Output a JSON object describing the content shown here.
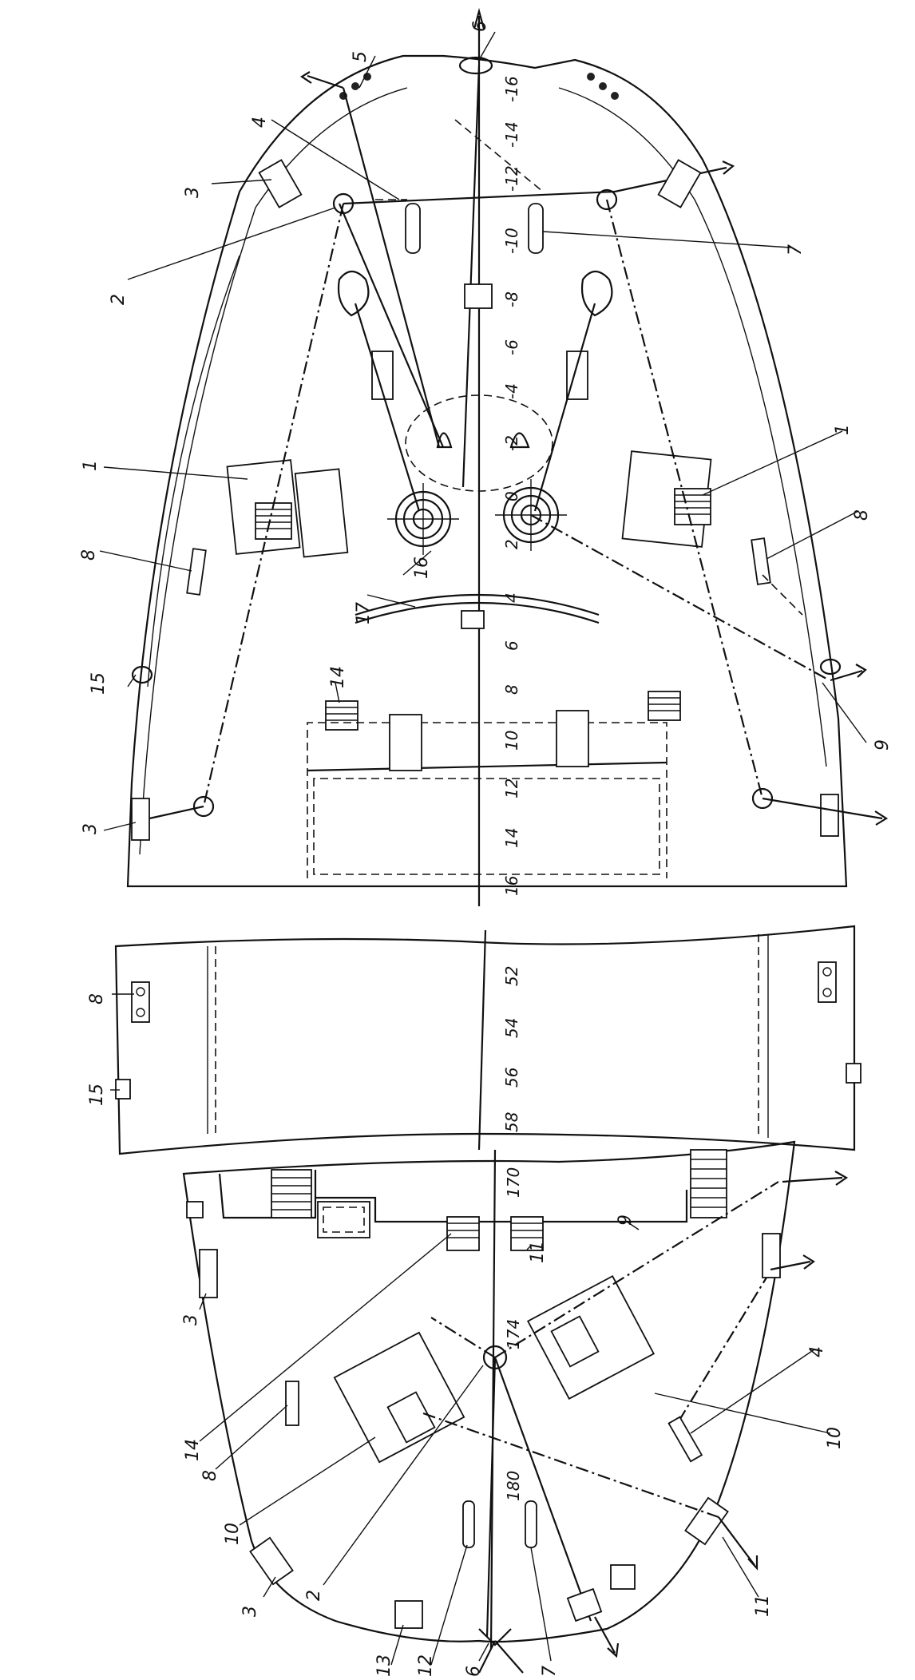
{
  "labels": {
    "bow": [
      {
        "text": "6"
      },
      {
        "text": "5"
      },
      {
        "text": "4"
      },
      {
        "text": "3"
      },
      {
        "text": "2"
      },
      {
        "text": "7"
      },
      {
        "text": "1"
      },
      {
        "text": "1"
      },
      {
        "text": "16"
      },
      {
        "text": "8"
      },
      {
        "text": "8"
      },
      {
        "text": "17"
      },
      {
        "text": "15"
      },
      {
        "text": "14"
      },
      {
        "text": "9"
      },
      {
        "text": "3"
      }
    ],
    "mid": [
      {
        "text": "8"
      },
      {
        "text": "15"
      }
    ],
    "stern": [
      {
        "text": "3"
      },
      {
        "text": "14"
      },
      {
        "text": "8"
      },
      {
        "text": "10"
      },
      {
        "text": "2"
      },
      {
        "text": "3"
      },
      {
        "text": "13"
      },
      {
        "text": "12"
      },
      {
        "text": "6"
      },
      {
        "text": "7"
      },
      {
        "text": "11"
      },
      {
        "text": "10"
      },
      {
        "text": "4"
      },
      {
        "text": "9"
      },
      {
        "text": "11"
      }
    ]
  },
  "frames": {
    "bow": [
      "-16",
      "-14",
      "-12",
      "-10",
      "-8",
      "-6",
      "-4",
      "-2",
      "0",
      "2",
      "4",
      "6",
      "8",
      "10",
      "12",
      "14",
      "16"
    ],
    "mid": [
      "52",
      "54",
      "56",
      "58"
    ],
    "stern": [
      "170",
      "174",
      "180"
    ]
  }
}
